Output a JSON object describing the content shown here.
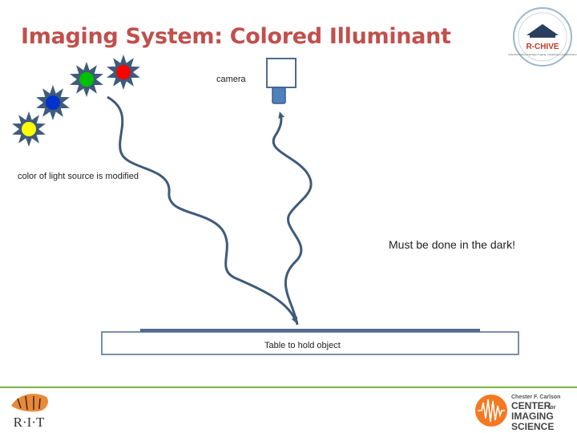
{
  "title": "Imaging System: Colored Illuminant",
  "labels": {
    "camera": "camera",
    "light_source": "color of light source is modified",
    "dark_note": "Must be done in the dark!",
    "table": "Table to hold object"
  },
  "lights": [
    {
      "color": "#ff0000",
      "name": "red"
    },
    {
      "color": "#00c000",
      "name": "green"
    },
    {
      "color": "#0033cc",
      "name": "blue"
    },
    {
      "color": "#ffff00",
      "name": "yellow"
    }
  ],
  "logos": {
    "rchive": "R-CHIVE",
    "rchive_sub": "Scientific Cultural Heritage Imaging, Visualization and Education",
    "rit": "R·I·T",
    "cis_top": "Chester F. Carlson",
    "cis_line1": "CENTER",
    "cis_for": "for",
    "cis_line2": "IMAGING",
    "cis_line3": "SCIENCE"
  },
  "colors": {
    "title": "#c0504d",
    "arrow": "#3f5a7a",
    "table": "#4e6b8c",
    "camera_lens": "#4f81bd",
    "accent": "#7cb342",
    "cis_orange": "#f47920",
    "rchive_red": "#c0392b"
  }
}
